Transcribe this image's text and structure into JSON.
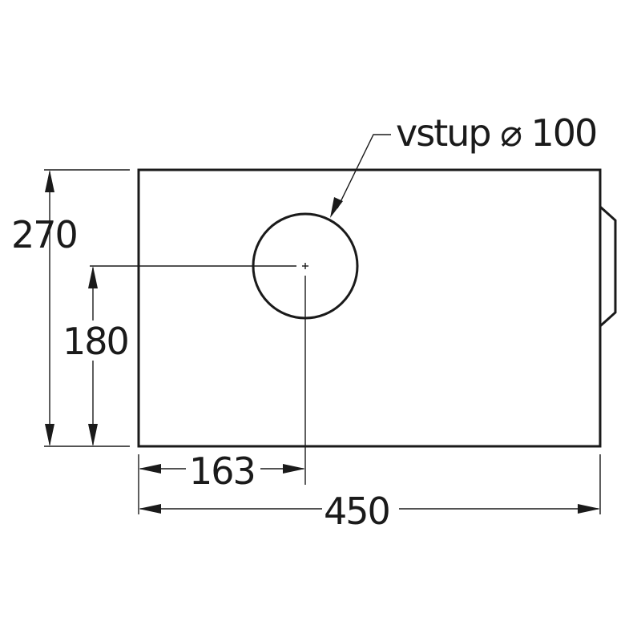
{
  "labels": {
    "inlet": "vstup ⌀ 100",
    "height_total": "270",
    "height_center": "180",
    "width_offset": "163",
    "width_total": "450"
  },
  "colors": {
    "ink": "#1a1a1a",
    "background": "#ffffff"
  }
}
